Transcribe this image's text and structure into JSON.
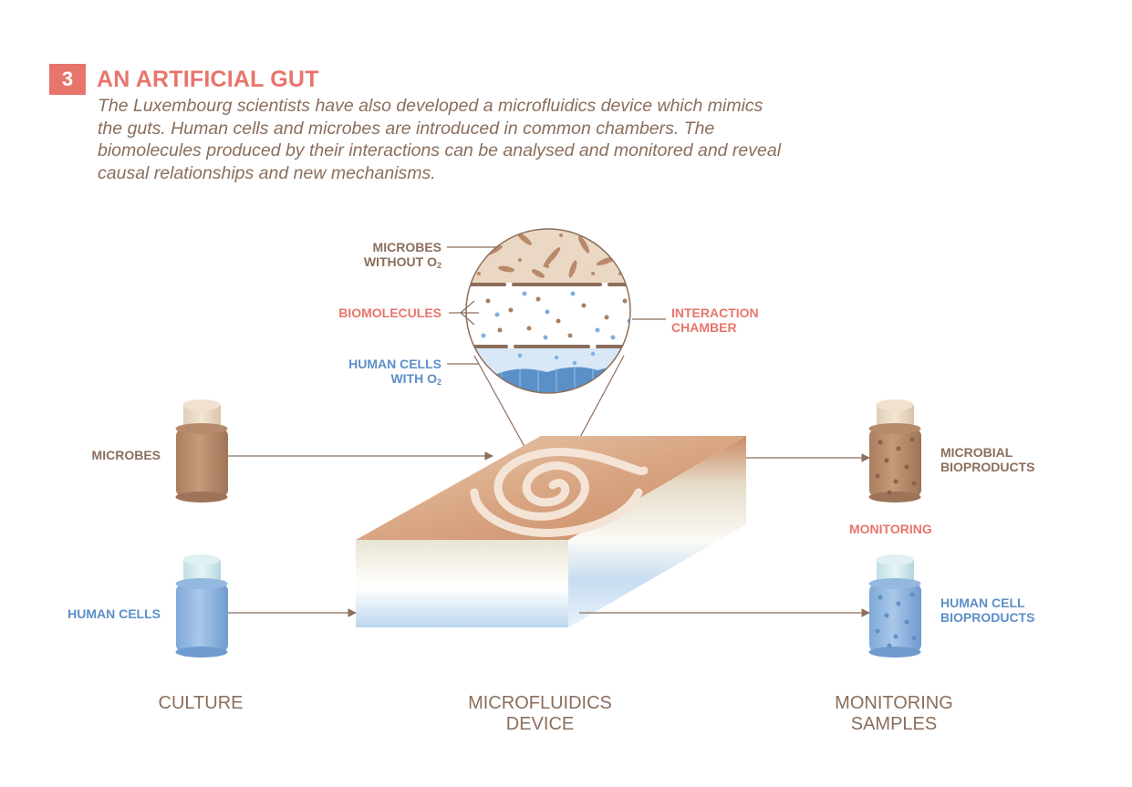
{
  "header": {
    "number": "3",
    "title": "AN ARTIFICIAL GUT",
    "intro": "The Luxembourg scientists have also developed a microfluidics device which mimics the guts. Human cells and microbes are introduced in common chambers. The biomolecules produced by their interactions can be analysed and monitored and reveal causal relationships and new mechanisms."
  },
  "zoom_labels": {
    "microbes_line1": "MICROBES",
    "microbes_line2": "WITHOUT O",
    "microbes_sub": "2",
    "biomolecules": "BIOMOLECULES",
    "human_line1": "HUMAN CELLS",
    "human_line2": "WITH O",
    "human_sub": "2",
    "interaction_line1": "INTERACTION",
    "interaction_line2": "CHAMBER"
  },
  "side_labels": {
    "microbes": "MICROBES",
    "human_cells": "HUMAN CELLS",
    "microbial_line1": "MICROBIAL",
    "microbial_line2": "BIOPRODUCTS",
    "monitoring": "MONITORING",
    "human_bio_line1": "HUMAN CELL",
    "human_bio_line2": "BIOPRODUCTS"
  },
  "bottom_labels": {
    "culture": "CULTURE",
    "device_line1": "MICROFLUIDICS",
    "device_line2": "DEVICE",
    "samples_line1": "MONITORING",
    "samples_line2": "SAMPLES"
  },
  "colors": {
    "accent_red": "#e8756b",
    "brown": "#8b6e5c",
    "blue": "#5b8fc7"
  }
}
